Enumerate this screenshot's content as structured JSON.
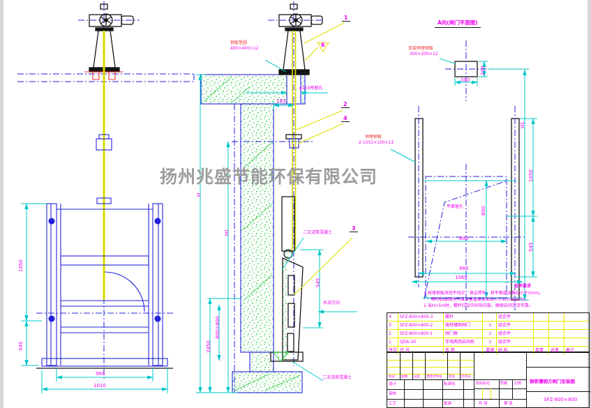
{
  "watermark_text": "扬州兆盛节能环保有限公司",
  "front_view": {
    "dim_1050": "1050",
    "dim_545": "545",
    "dim_960": "960",
    "dim_1010": "1010"
  },
  "section_view": {
    "plate_label_l1": "钢板垫圈",
    "plate_label_l2": "400×400×12",
    "hole_label": "φ150预留孔",
    "dim_163": "163",
    "dim_H": "H",
    "dim_H1": "H1",
    "dim_2450": "2450",
    "dim_gate": "800×800",
    "dim_545": "545",
    "pour_concrete": "二次浇筑混凝土",
    "flow_direction": "水流方向",
    "callout_1": "1",
    "callout_2": "2",
    "callout_3": "3",
    "callout_4": "4",
    "callout_6": "6"
  },
  "plan_view": {
    "title": "A向(闸门平面图)",
    "plate_label_l1": "支架预埋钢板",
    "plate_label_l2": "300×200×12",
    "rail_label_l1": "预埋钢板",
    "rail_label_l2": "2-1555×100×12",
    "hole_label": "平面留孔",
    "dim_300": "300",
    "dim_210": "210",
    "dim_H1": "H1",
    "dim_1050": "1050",
    "dim_545": "545",
    "dim_800v": "800",
    "dim_800h": "800",
    "dim_860": "860",
    "dim_1060": "1060"
  },
  "notes": {
    "title": "技术要求",
    "line1": "1.预埋钢板须找平找正，保证焊牢，其平面度误差应小于5mm。",
    "line2": "相邻轨道面水平度及垂直度误差应小于2/1000mm。",
    "line3": "2.当H>5m时，螺杆应设中间导向架，确保启闭灵活可靠。"
  },
  "bom": {
    "h_no": "序号",
    "h_code": "代  号",
    "h_name": "名  称",
    "h_qty": "数量",
    "h_mat": "材  料",
    "h_unit": "单重",
    "h_total": "总重",
    "h_rem": "备注",
    "rows": [
      {
        "no": "4",
        "code": "SFZ-800×800-3",
        "name": "螺杆",
        "qty": "",
        "mat": "组合件"
      },
      {
        "no": "3",
        "code": "SFZ-800×800-2",
        "name": "铸铁镶铜闸门",
        "qty": "1",
        "mat": "组合件"
      },
      {
        "no": "2",
        "code": "SFZ-800×800-1",
        "name": "闸门框",
        "qty": "1",
        "mat": "组合件"
      },
      {
        "no": "1",
        "code": "QDA-30",
        "name": "手电两用启闭机",
        "qty": "1",
        "mat": "组合件"
      }
    ]
  },
  "title_block": {
    "rev_h1": "标记",
    "rev_h2": "处数",
    "rev_h3": "分区",
    "rev_h4": "更改文件号",
    "rev_h5": "签名",
    "rev_h6": "年月日",
    "design": "设计",
    "check": "审核",
    "craft": "工艺",
    "standard": "标准化",
    "approve": "批准",
    "stage": "阶段标记",
    "weight": "质量",
    "scale": "比例",
    "sheet_total": "共 张",
    "sheet_no": "第 张",
    "drawing_title": "铸铁镶铜方闸门安装图",
    "drawing_no": "SFZ-800×800"
  },
  "colors": {
    "line_blue": "#2323dd",
    "dim_cyan": "#00c8c8",
    "text_magenta": "#ee00ee",
    "leader_yellow": "#e0e000",
    "hatch_green": "#27c93f",
    "mark_red": "#ee3333",
    "grid_yellow": "#e8e800",
    "watermark_gray": "#9c9c9c"
  }
}
